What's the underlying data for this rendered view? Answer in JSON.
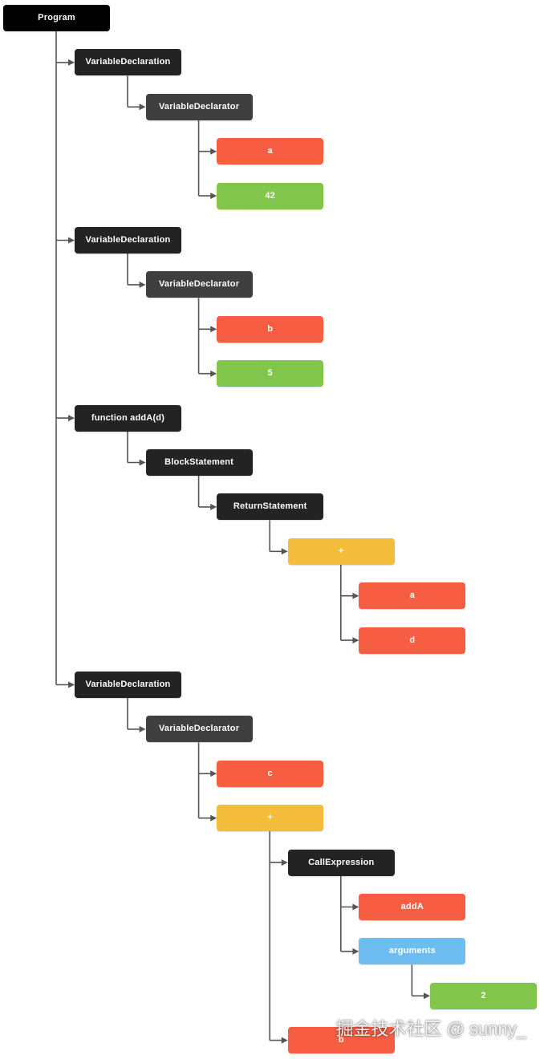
{
  "colors": {
    "root": "#000000",
    "declaration": "#232323",
    "declarator": "#3f3f3f",
    "identifier": "#f65d43",
    "literal": "#81c54c",
    "operator": "#f4bc3b",
    "arguments": "#6ebdf0",
    "connector": "#555555"
  },
  "nodes": [
    {
      "id": "program",
      "label": "Program",
      "kind": "root",
      "parent": null
    },
    {
      "id": "decl_a",
      "label": "VariableDeclaration",
      "kind": "declaration",
      "parent": "program"
    },
    {
      "id": "declarator_a",
      "label": "VariableDeclarator",
      "kind": "declarator",
      "parent": "decl_a"
    },
    {
      "id": "id_a",
      "label": "a",
      "kind": "identifier",
      "parent": "declarator_a"
    },
    {
      "id": "lit_42",
      "label": "42",
      "kind": "literal",
      "parent": "declarator_a"
    },
    {
      "id": "decl_b",
      "label": "VariableDeclaration",
      "kind": "declaration",
      "parent": "program"
    },
    {
      "id": "declarator_b",
      "label": "VariableDeclarator",
      "kind": "declarator",
      "parent": "decl_b"
    },
    {
      "id": "id_b",
      "label": "b",
      "kind": "identifier",
      "parent": "declarator_b"
    },
    {
      "id": "lit_5",
      "label": "5",
      "kind": "literal",
      "parent": "declarator_b"
    },
    {
      "id": "func_addA",
      "label": "function addA(d)",
      "kind": "declaration",
      "parent": "program"
    },
    {
      "id": "block",
      "label": "BlockStatement",
      "kind": "declaration",
      "parent": "func_addA"
    },
    {
      "id": "ret",
      "label": "ReturnStatement",
      "kind": "declaration",
      "parent": "block"
    },
    {
      "id": "plus_1",
      "label": "+",
      "kind": "operator",
      "parent": "ret"
    },
    {
      "id": "id_a2",
      "label": "a",
      "kind": "identifier",
      "parent": "plus_1"
    },
    {
      "id": "id_d",
      "label": "d",
      "kind": "identifier",
      "parent": "plus_1"
    },
    {
      "id": "decl_c",
      "label": "VariableDeclaration",
      "kind": "declaration",
      "parent": "program"
    },
    {
      "id": "declarator_c",
      "label": "VariableDeclarator",
      "kind": "declarator",
      "parent": "decl_c"
    },
    {
      "id": "id_c",
      "label": "c",
      "kind": "identifier",
      "parent": "declarator_c"
    },
    {
      "id": "plus_2",
      "label": "+",
      "kind": "operator",
      "parent": "declarator_c"
    },
    {
      "id": "call",
      "label": "CallExpression",
      "kind": "declaration",
      "parent": "plus_2"
    },
    {
      "id": "id_addA",
      "label": "addA",
      "kind": "identifier",
      "parent": "call"
    },
    {
      "id": "args",
      "label": "arguments",
      "kind": "arguments",
      "parent": "call"
    },
    {
      "id": "lit_2",
      "label": "2",
      "kind": "literal",
      "parent": "args"
    },
    {
      "id": "id_b2",
      "label": "b",
      "kind": "identifier",
      "parent": "plus_2"
    }
  ],
  "watermark": "掘金技术社区 @ sunny_"
}
